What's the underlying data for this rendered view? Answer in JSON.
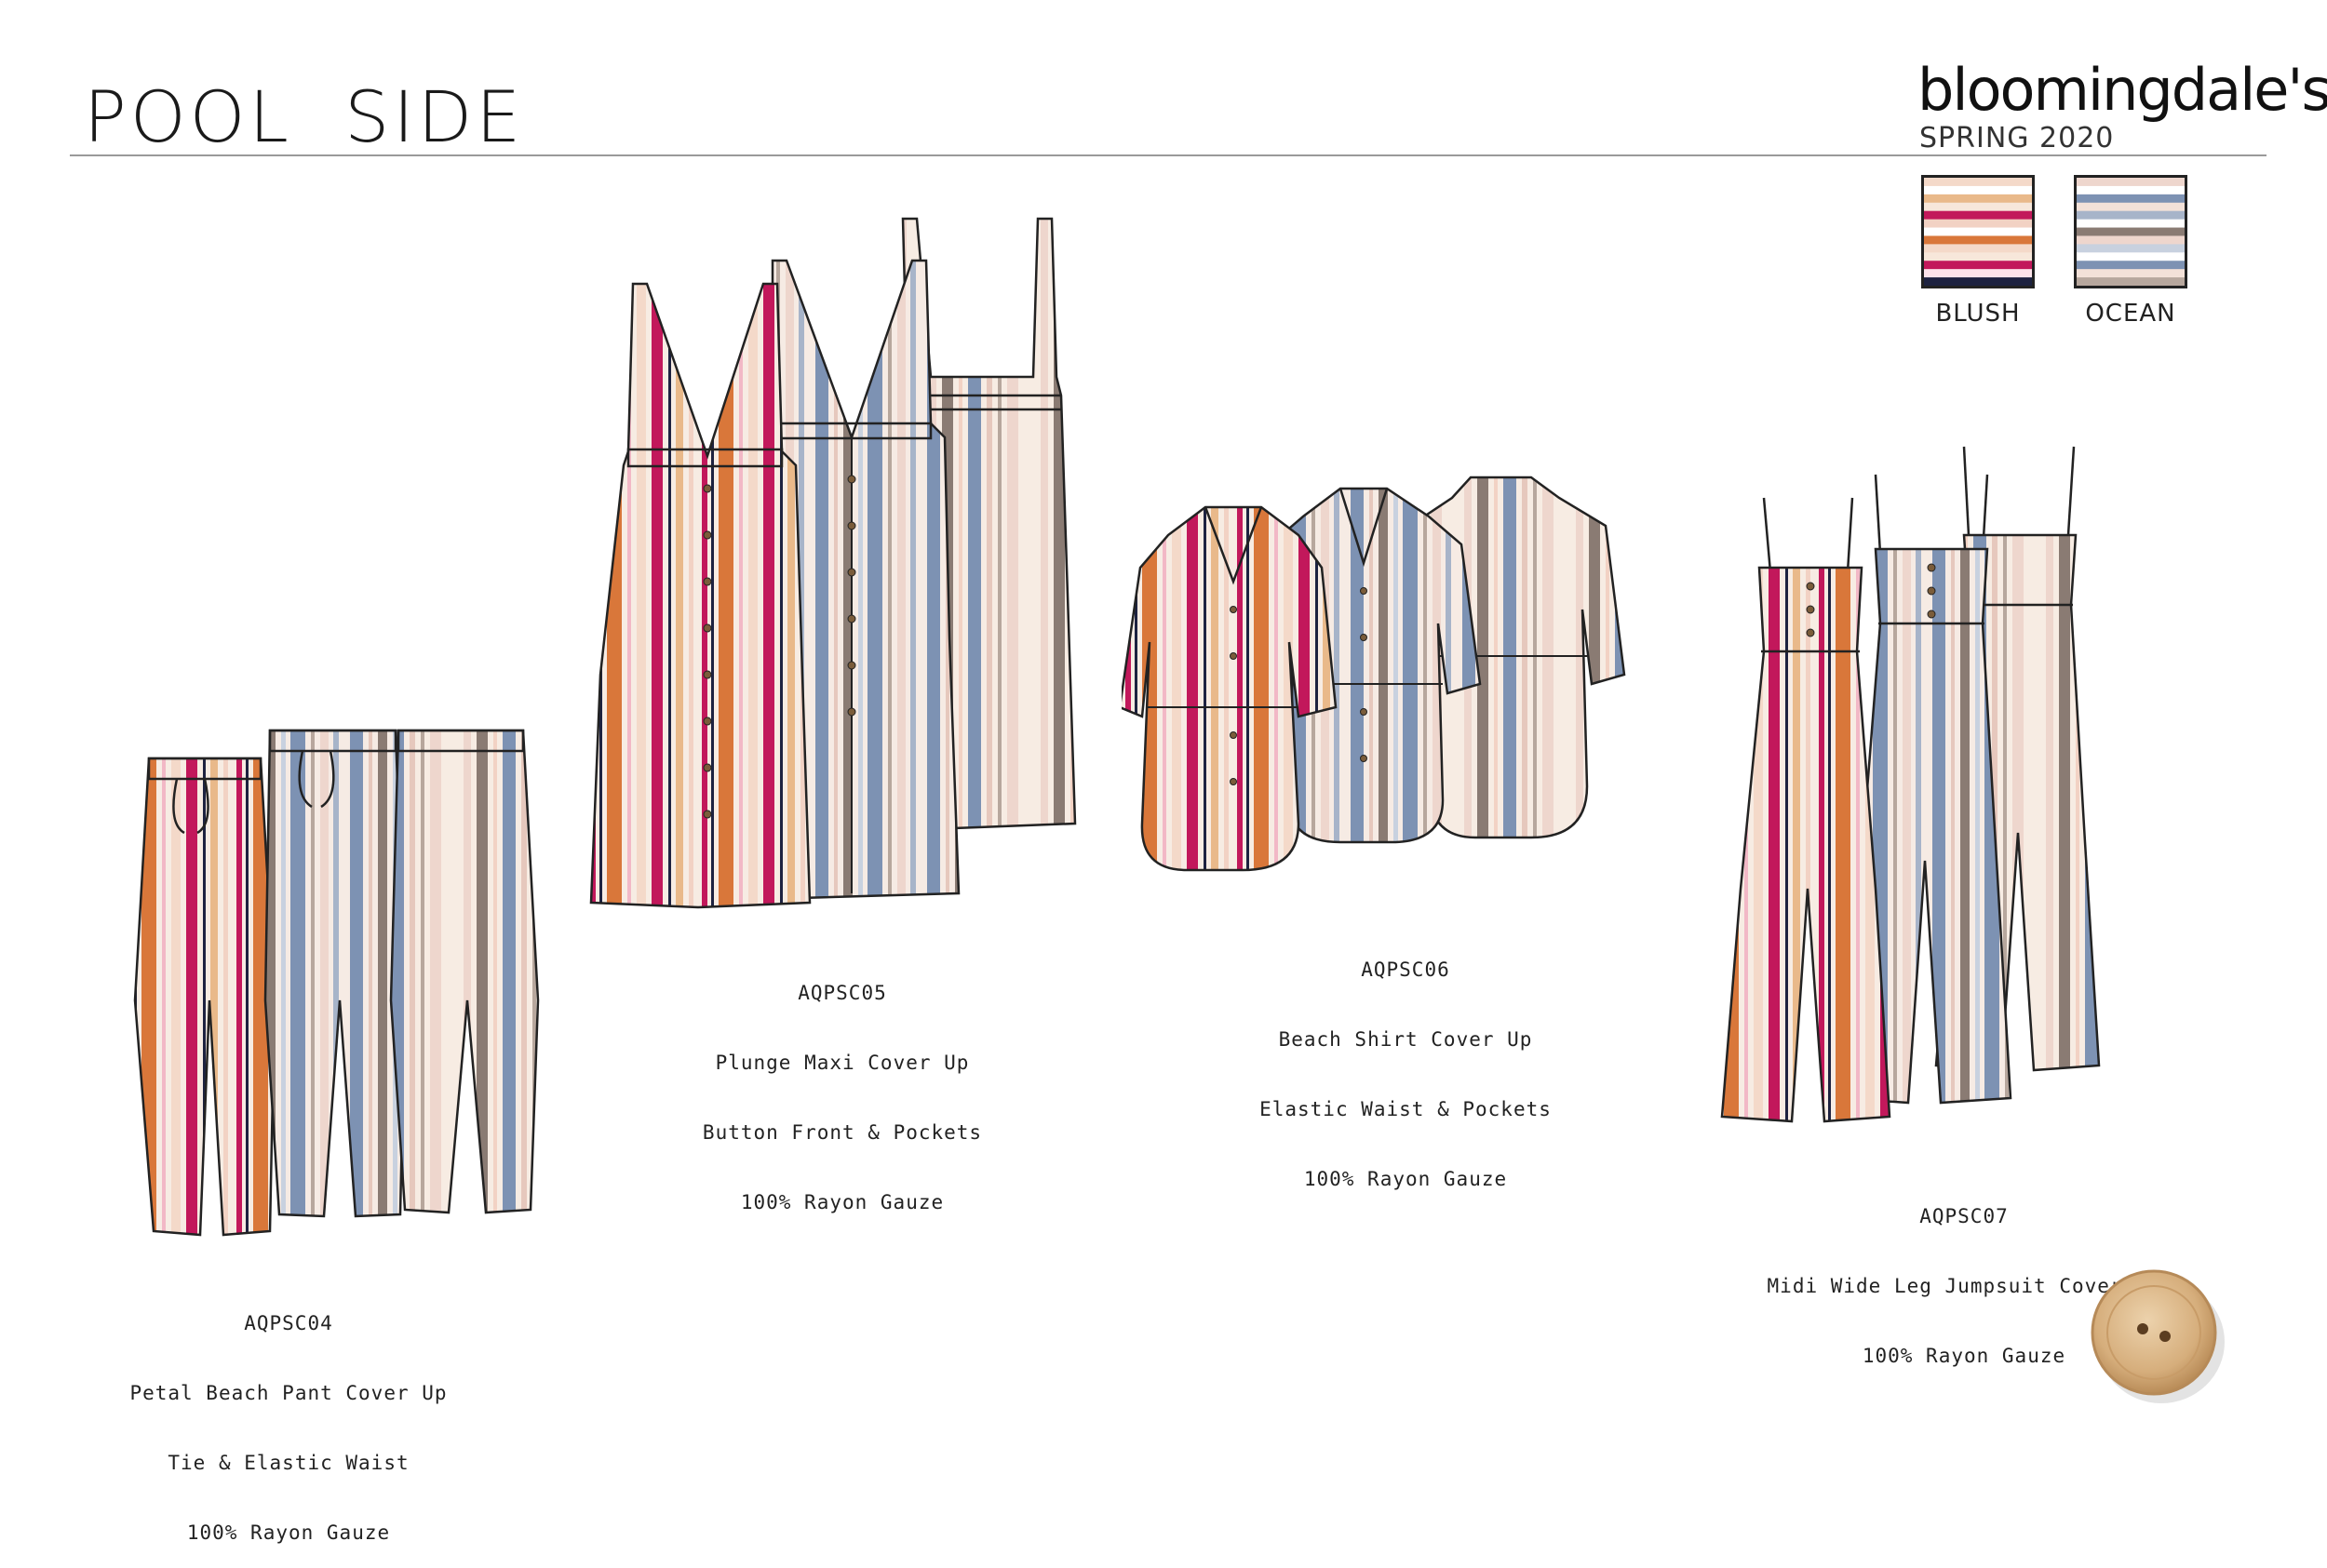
{
  "header": {
    "title": "POOL  SIDE",
    "brand": "bloomingdale's",
    "season": "SPRING 2020"
  },
  "swatches": [
    {
      "label": "BLUSH",
      "stripes": [
        "#f4d9c9",
        "#ffffff",
        "#e9b98a",
        "#f7e7da",
        "#c2185b",
        "#f2d2c4",
        "#ffffff",
        "#d9773a",
        "#f4d9c9",
        "#f7e7da",
        "#c2185b",
        "#fce3ea",
        "#1d2240"
      ]
    },
    {
      "label": "OCEAN",
      "stripes": [
        "#eed6cd",
        "#ffffff",
        "#7d92b3",
        "#f3e1d8",
        "#a7b4c9",
        "#ffffff",
        "#8a7b73",
        "#eed6cd",
        "#c8d1df",
        "#ffffff",
        "#7d92b3",
        "#f3e1d8",
        "#b7a79d"
      ]
    }
  ],
  "colors": {
    "fuchsia": "#c2185b",
    "orange": "#d9773a",
    "navy": "#1d2240",
    "blush": "#f4d9c9",
    "blue": "#7d92b3",
    "taupe": "#8a7b73",
    "cream": "#f7ece3"
  },
  "styles": [
    {
      "code": "AQPSC04",
      "lines": [
        "Petal Beach Pant Cover Up",
        "Tie & Elastic Waist",
        "100% Rayon Gauze"
      ]
    },
    {
      "code": "AQPSC05",
      "lines": [
        "Plunge Maxi Cover Up",
        "Button Front & Pockets",
        "100% Rayon Gauze"
      ]
    },
    {
      "code": "AQPSC06",
      "lines": [
        "Beach Shirt Cover Up",
        "Elastic Waist & Pockets",
        "100% Rayon Gauze"
      ]
    },
    {
      "code": "AQPSC07",
      "lines": [
        "Midi Wide Leg Jumpsuit Cover Up",
        "100% Rayon Gauze"
      ]
    }
  ],
  "icons": {
    "button": "wooden-button-icon",
    "logo": "bloomingdales-logo"
  }
}
